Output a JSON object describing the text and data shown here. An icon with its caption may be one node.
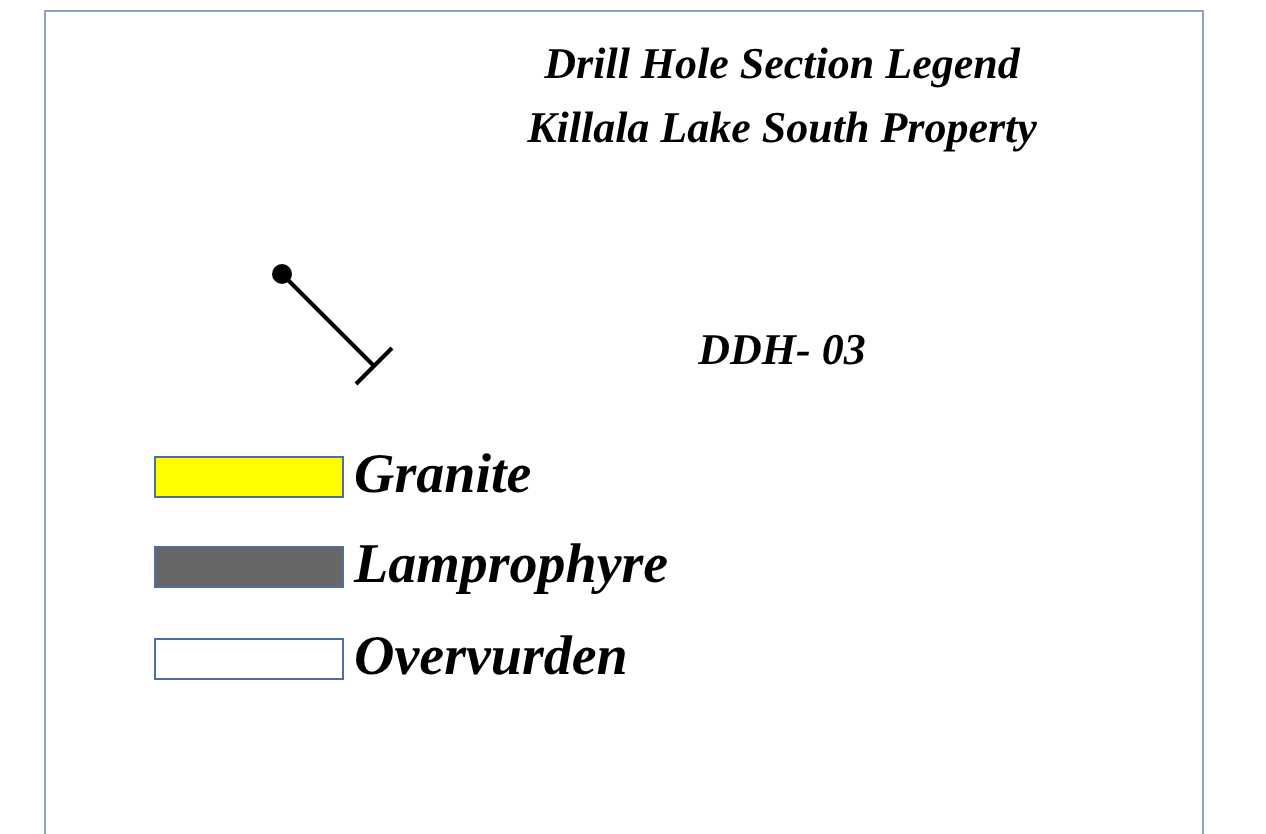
{
  "diagram": {
    "title": "Drill Hole Section Legend",
    "labels": [
      "Killala Lake South Property",
      "DDH- 03"
    ],
    "legend": [
      {
        "text": "Granite",
        "color": "#ffff00"
      },
      {
        "text": "Lamprophyre",
        "color": "#666666"
      },
      {
        "text": "Overvurden",
        "color": "#ffffff"
      }
    ]
  }
}
